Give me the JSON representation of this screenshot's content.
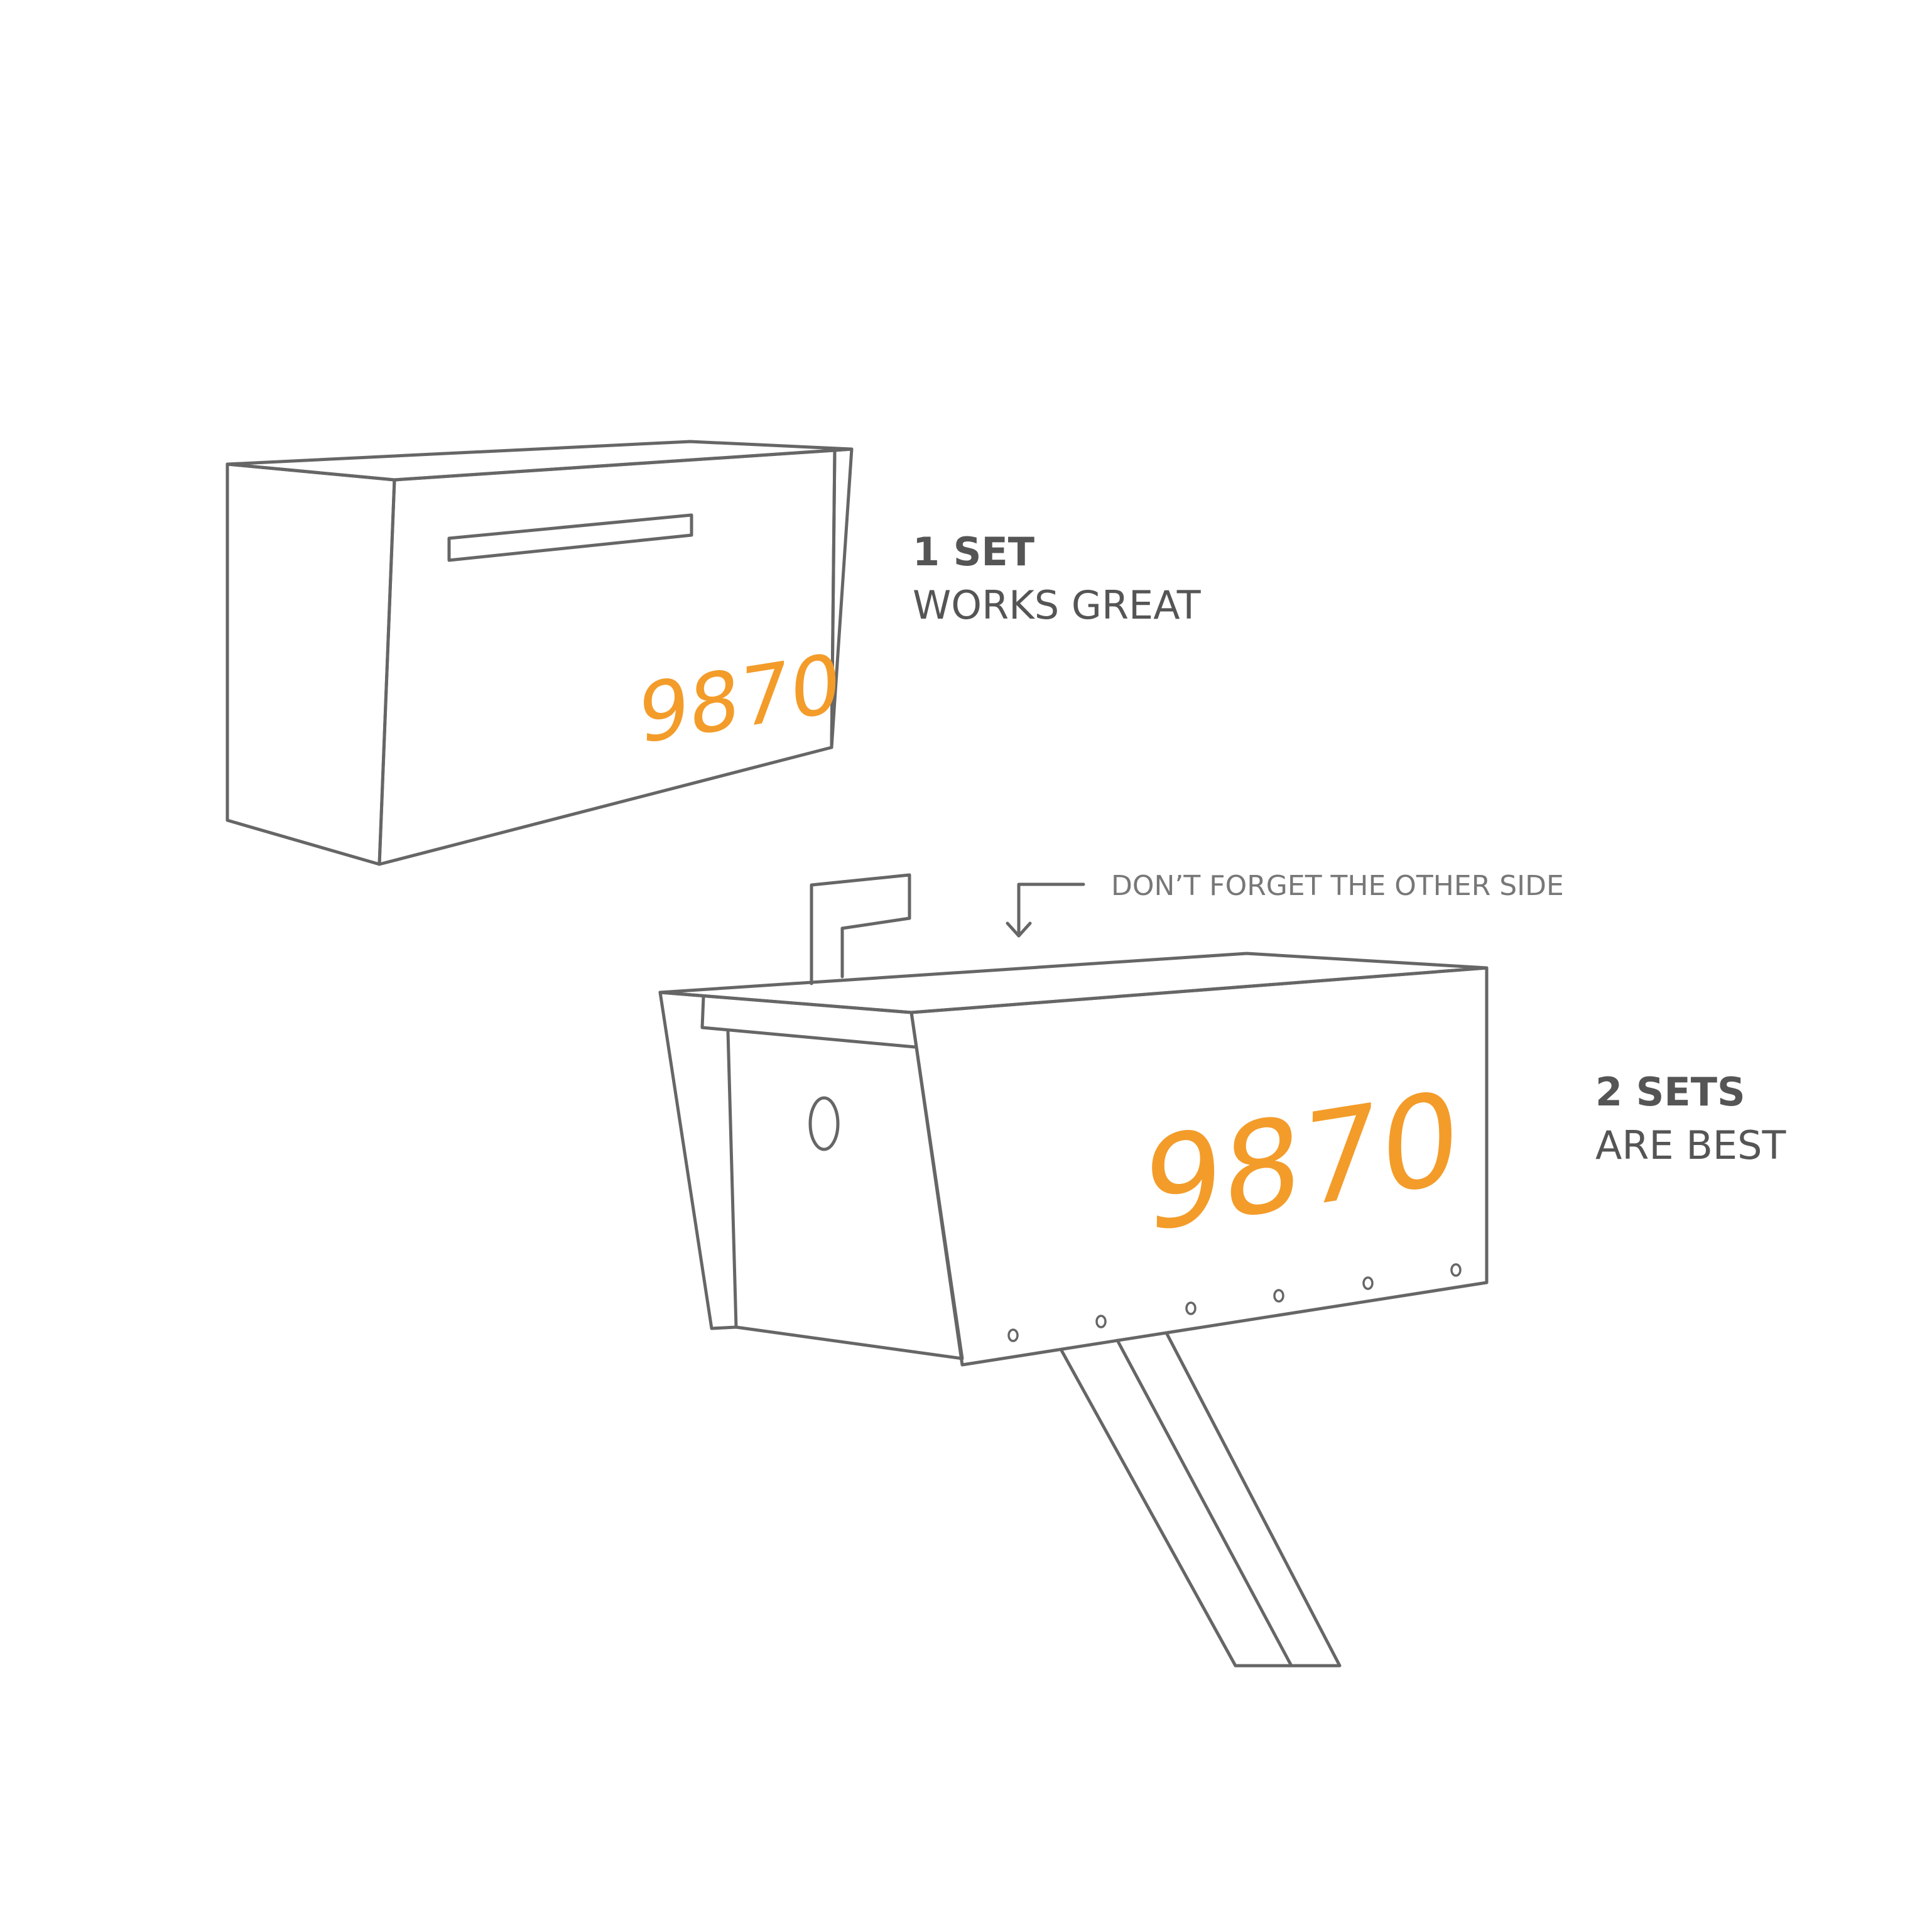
{
  "colors": {
    "outline": "#666666",
    "label_text": "#555555",
    "callout_text": "#777777",
    "accent_orange": "#f39c2a",
    "background": "#ffffff"
  },
  "box_one": {
    "house_number": "9870",
    "label_bold": "1 SET",
    "label_light": "WORKS GREAT"
  },
  "box_two": {
    "house_number": "9870",
    "label_bold": "2 SETS",
    "label_light": "ARE BEST",
    "callout_text": "DON’T FORGET THE OTHER SIDE"
  }
}
